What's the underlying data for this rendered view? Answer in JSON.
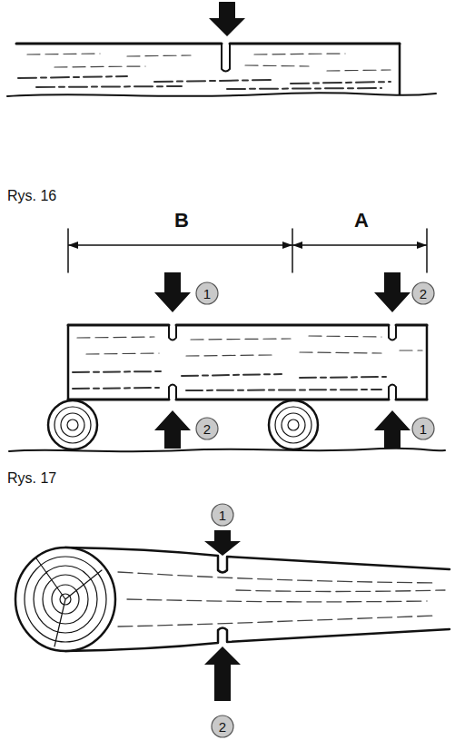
{
  "diagram": {
    "nodes": [
      {
        "text": [
          "1"
        ]
      },
      {
        "text": [
          "2"
        ]
      },
      {
        "text": [
          "2"
        ]
      },
      {
        "text": [
          "1"
        ]
      },
      {
        "text": [
          "1"
        ]
      },
      {
        "text": [
          "2"
        ]
      }
    ],
    "labels": [
      "Rys. 16",
      "B",
      "A",
      "Rys. 17"
    ]
  }
}
